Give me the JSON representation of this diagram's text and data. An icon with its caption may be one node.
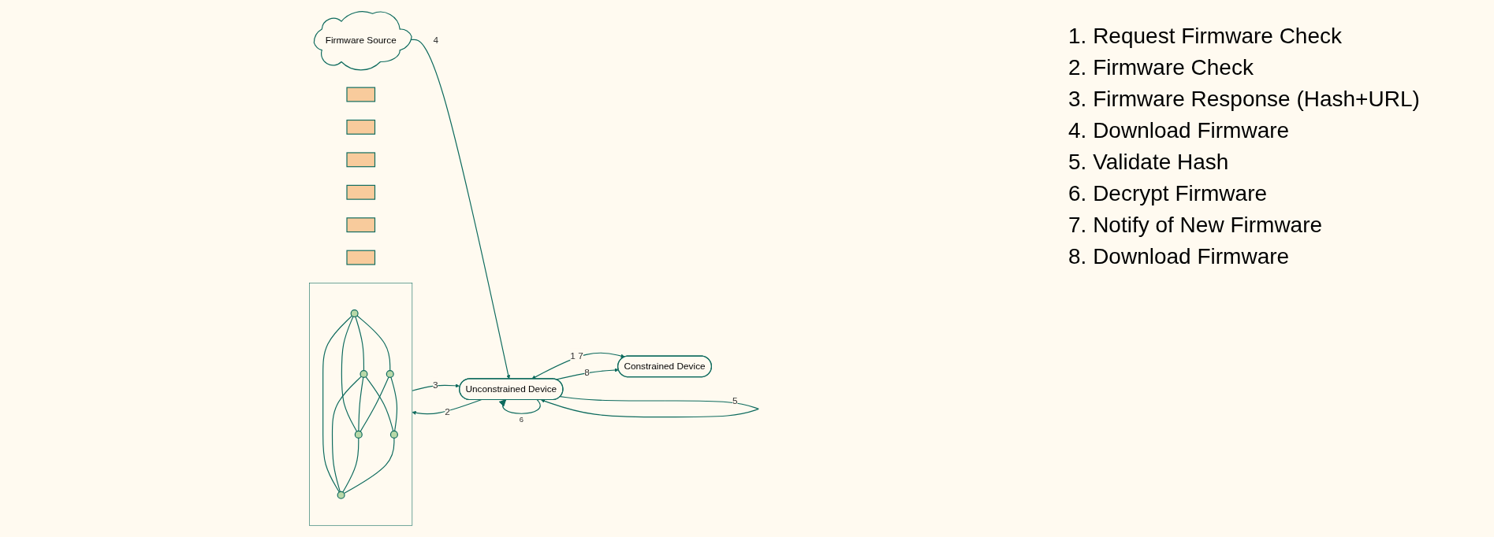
{
  "diagram": {
    "nodes": [
      {
        "text": [],
        "shape": "cloud"
      },
      {
        "text": [],
        "shape": "circle",
        "in": 0
      },
      {
        "text": [],
        "shape": "circle",
        "in": 0
      },
      {
        "text": [],
        "shape": "circle",
        "in": 0
      },
      {
        "text": [],
        "shape": "circle",
        "in": 0
      },
      {
        "text": [],
        "shape": "circle",
        "in": 0
      },
      {
        "text": [],
        "shape": "circle",
        "in": 0
      },
      {
        "text": [],
        "shape": "box"
      },
      {
        "text": [],
        "shape": "box"
      },
      {
        "text": [],
        "shape": "box"
      },
      {
        "text": [],
        "shape": "box"
      },
      {
        "text": [],
        "shape": "box"
      },
      {
        "text": [],
        "shape": "box"
      },
      {
        "text": [
          "Firmware Source"
        ]
      },
      {
        "text": [
          "Unconstrained Device"
        ]
      },
      {
        "text": [
          "Constrained Device"
        ]
      }
    ],
    "edges": [
      {
        "from": 1,
        "to": 2,
        "arrow": "none"
      },
      {
        "from": 1,
        "to": 3,
        "arrow": "none"
      },
      {
        "from": 1,
        "to": 5,
        "arrow": "none"
      },
      {
        "from": 1,
        "to": 6,
        "arrow": "none"
      },
      {
        "from": 2,
        "to": 4,
        "arrow": "none"
      },
      {
        "from": 2,
        "to": 5,
        "arrow": "none"
      },
      {
        "from": 2,
        "to": 6,
        "arrow": "none"
      },
      {
        "from": 3,
        "to": 4,
        "arrow": "none"
      },
      {
        "from": 3,
        "to": 5,
        "arrow": "none"
      },
      {
        "from": 5,
        "to": 6,
        "arrow": "none"
      },
      {
        "from": 4,
        "to": 6,
        "arrow": "none"
      },
      {
        "from": 14,
        "to": 0,
        "arrow": "to",
        "label": "2"
      },
      {
        "from": 0,
        "to": 14,
        "arrow": "to",
        "label": "3"
      },
      {
        "from": 13,
        "to": 14,
        "arrow": "to",
        "label": "4"
      },
      {
        "from": 14,
        "to": 14,
        "arrow": "to",
        "label": "5"
      },
      {
        "from": 14,
        "to": 14,
        "arrow": "to",
        "label": "6"
      },
      {
        "from": 14,
        "to": 15,
        "arrow": "both",
        "label": "1    7"
      },
      {
        "from": 14,
        "to": 15,
        "arrow": "to",
        "label": "8"
      }
    ],
    "labels": [
      "1. Request Firmware Check",
      "2. Firmware Check",
      "3. Firmware Response (Hash+URL)",
      "4. Download Firmware",
      "5. Validate Hash",
      "6. Decrypt Firmware",
      "7. Notify of New Firmware",
      "8. Download Firmware"
    ]
  }
}
